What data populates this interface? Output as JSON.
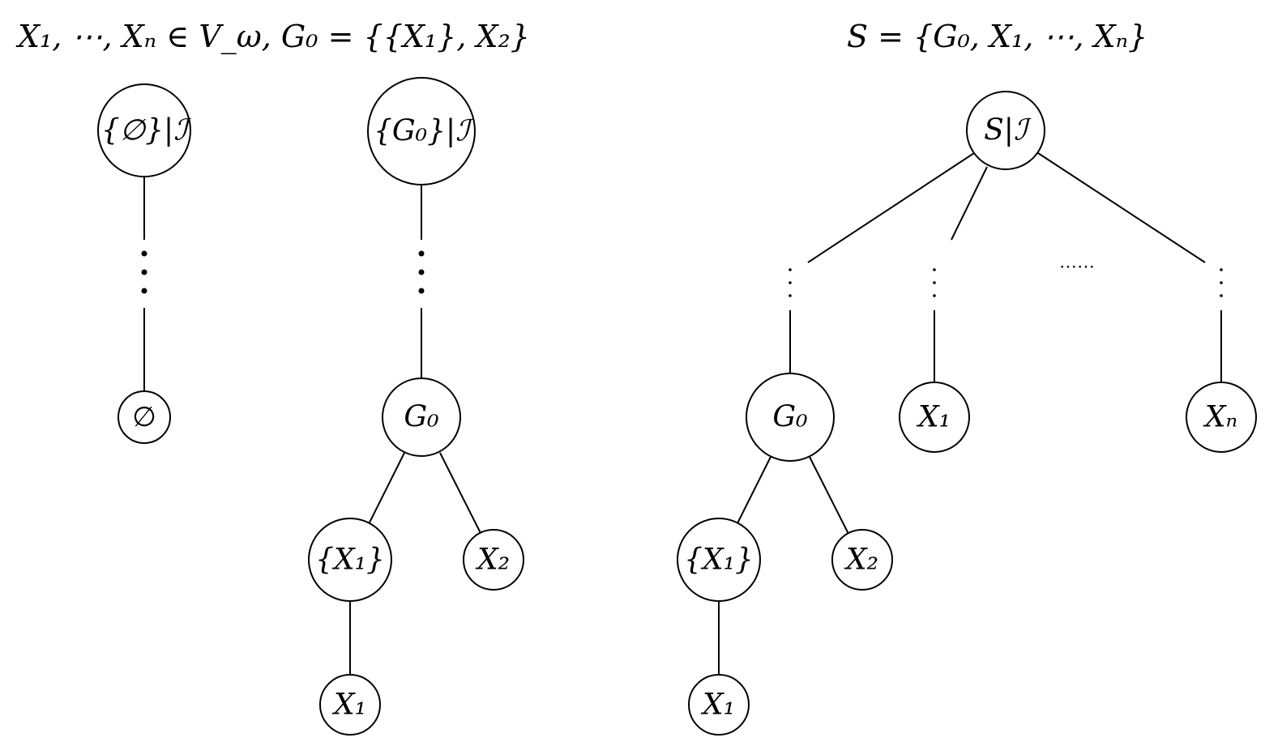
{
  "headers": {
    "left": "X₁, ⋯, Xₙ ∈ V_ω,   G₀ = {{X₁}, X₂}",
    "right": "S = {G₀, X₁, ⋯, Xₙ}"
  },
  "trees": {
    "tree1": {
      "root": "{∅}|ℐ",
      "leaf": "∅"
    },
    "tree2": {
      "root": "{G₀}|ℐ",
      "mid": "G₀",
      "left_child": "{X₁}",
      "right_child": "X₂",
      "grandchild": "X₁"
    },
    "tree3": {
      "root": "S|ℐ",
      "g0": "G₀",
      "g0_left_child": "{X₁}",
      "g0_right_child": "X₂",
      "g0_grandchild": "X₁",
      "x1": "X₁",
      "xn": "Xₙ",
      "ellipsis": "⋯⋯"
    }
  },
  "colors": {
    "stroke": "#000000",
    "background": "#ffffff"
  }
}
